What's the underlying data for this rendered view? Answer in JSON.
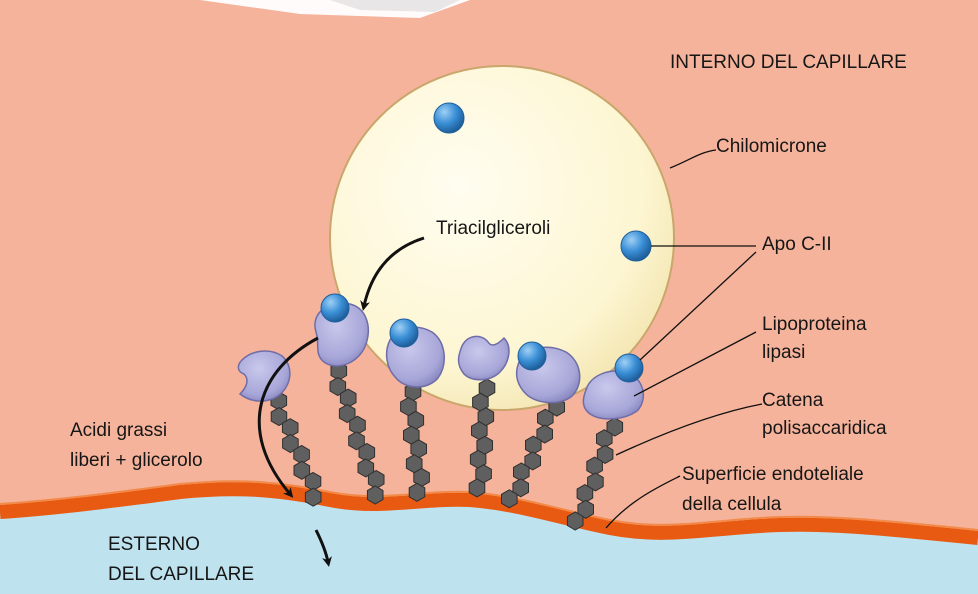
{
  "labels": {
    "interior": "INTERNO DEL CAPILLARE",
    "chylomicron": "Chilomicrone",
    "triacylglycerols": "Triacilgliceroli",
    "apo": "Apo C-II",
    "lipase_line1": "Lipoproteina",
    "lipase_line2": "lipasi",
    "chain_line1": "Catena",
    "chain_line2": "polisaccaridica",
    "fatty_line1": "Acidi grassi",
    "fatty_line2": "liberi + glicerolo",
    "surface_line1": "Superficie endoteliale",
    "surface_line2": "della cellula",
    "exterior_line1": "ESTERNO",
    "exterior_line2": "DEL CAPILLARE"
  },
  "colors": {
    "capillary_interior": "#f6b39b",
    "capillary_exterior": "#bfe2ef",
    "membrane": "#e85a12",
    "chylomicron": "#fdf7d8",
    "chylomicron_outline": "#c9a66b",
    "apo_c2": "#3a8fd6",
    "lipase": "#a7a6d8",
    "polysaccharide": "#5f5f5f",
    "arrow": "#111111"
  },
  "icons": {
    "apo_c2": "blue-sphere",
    "lipase": "purple-enzyme-blob",
    "polysaccharide": "hexagon-chain",
    "flow": "curved-arrow"
  }
}
